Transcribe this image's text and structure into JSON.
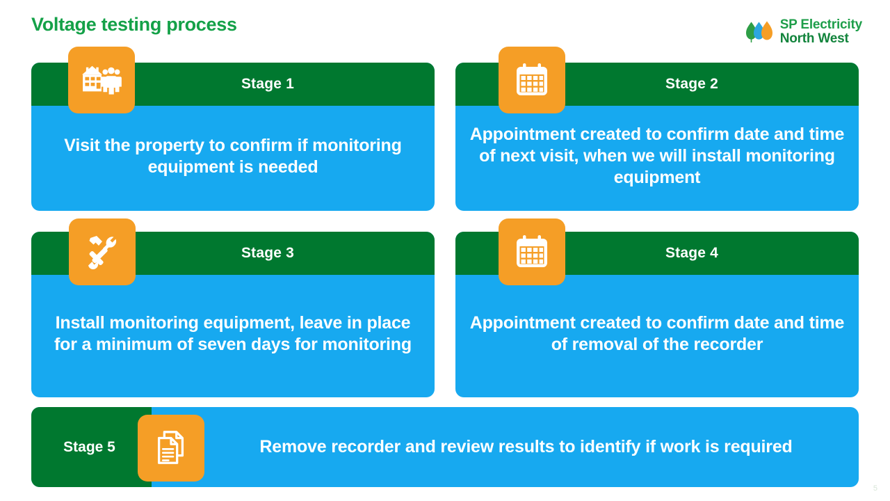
{
  "slide": {
    "title": "Voltage testing process",
    "title_color": "#14A148",
    "page_number": "5"
  },
  "brand": {
    "name_line_1": "SP Electricity",
    "name_line_2": "North West",
    "mark_icon": "three-flame-leaf-logo-icon",
    "colors": {
      "green": "#2E9E46",
      "blue": "#2CA6E0",
      "orange": "#F59E26",
      "text_green": "#1E9E4A"
    }
  },
  "theme": {
    "header_green": "#00782F",
    "body_blue": "#17A9F0",
    "icon_orange": "#F59E26",
    "text_white": "#FFFFFF"
  },
  "stages": [
    {
      "id": "stage-1",
      "label": "Stage 1",
      "text": "Visit the property to confirm if monitoring equipment is needed",
      "icon": "house-with-people-icon"
    },
    {
      "id": "stage-2",
      "label": "Stage 2",
      "text": "Appointment created to confirm date and time of next visit, when we will install monitoring equipment",
      "icon": "calendar-icon"
    },
    {
      "id": "stage-3",
      "label": "Stage 3",
      "text": "Install monitoring equipment, leave in place for a minimum of seven days for monitoring",
      "icon": "hammer-and-wrench-icon"
    },
    {
      "id": "stage-4",
      "label": "Stage 4",
      "text": "Appointment created to confirm date and time of removal of the recorder",
      "icon": "calendar-icon"
    },
    {
      "id": "stage-5",
      "label": "Stage 5",
      "text": "Remove recorder and review results to identify if work is required",
      "icon": "documents-icon"
    }
  ]
}
